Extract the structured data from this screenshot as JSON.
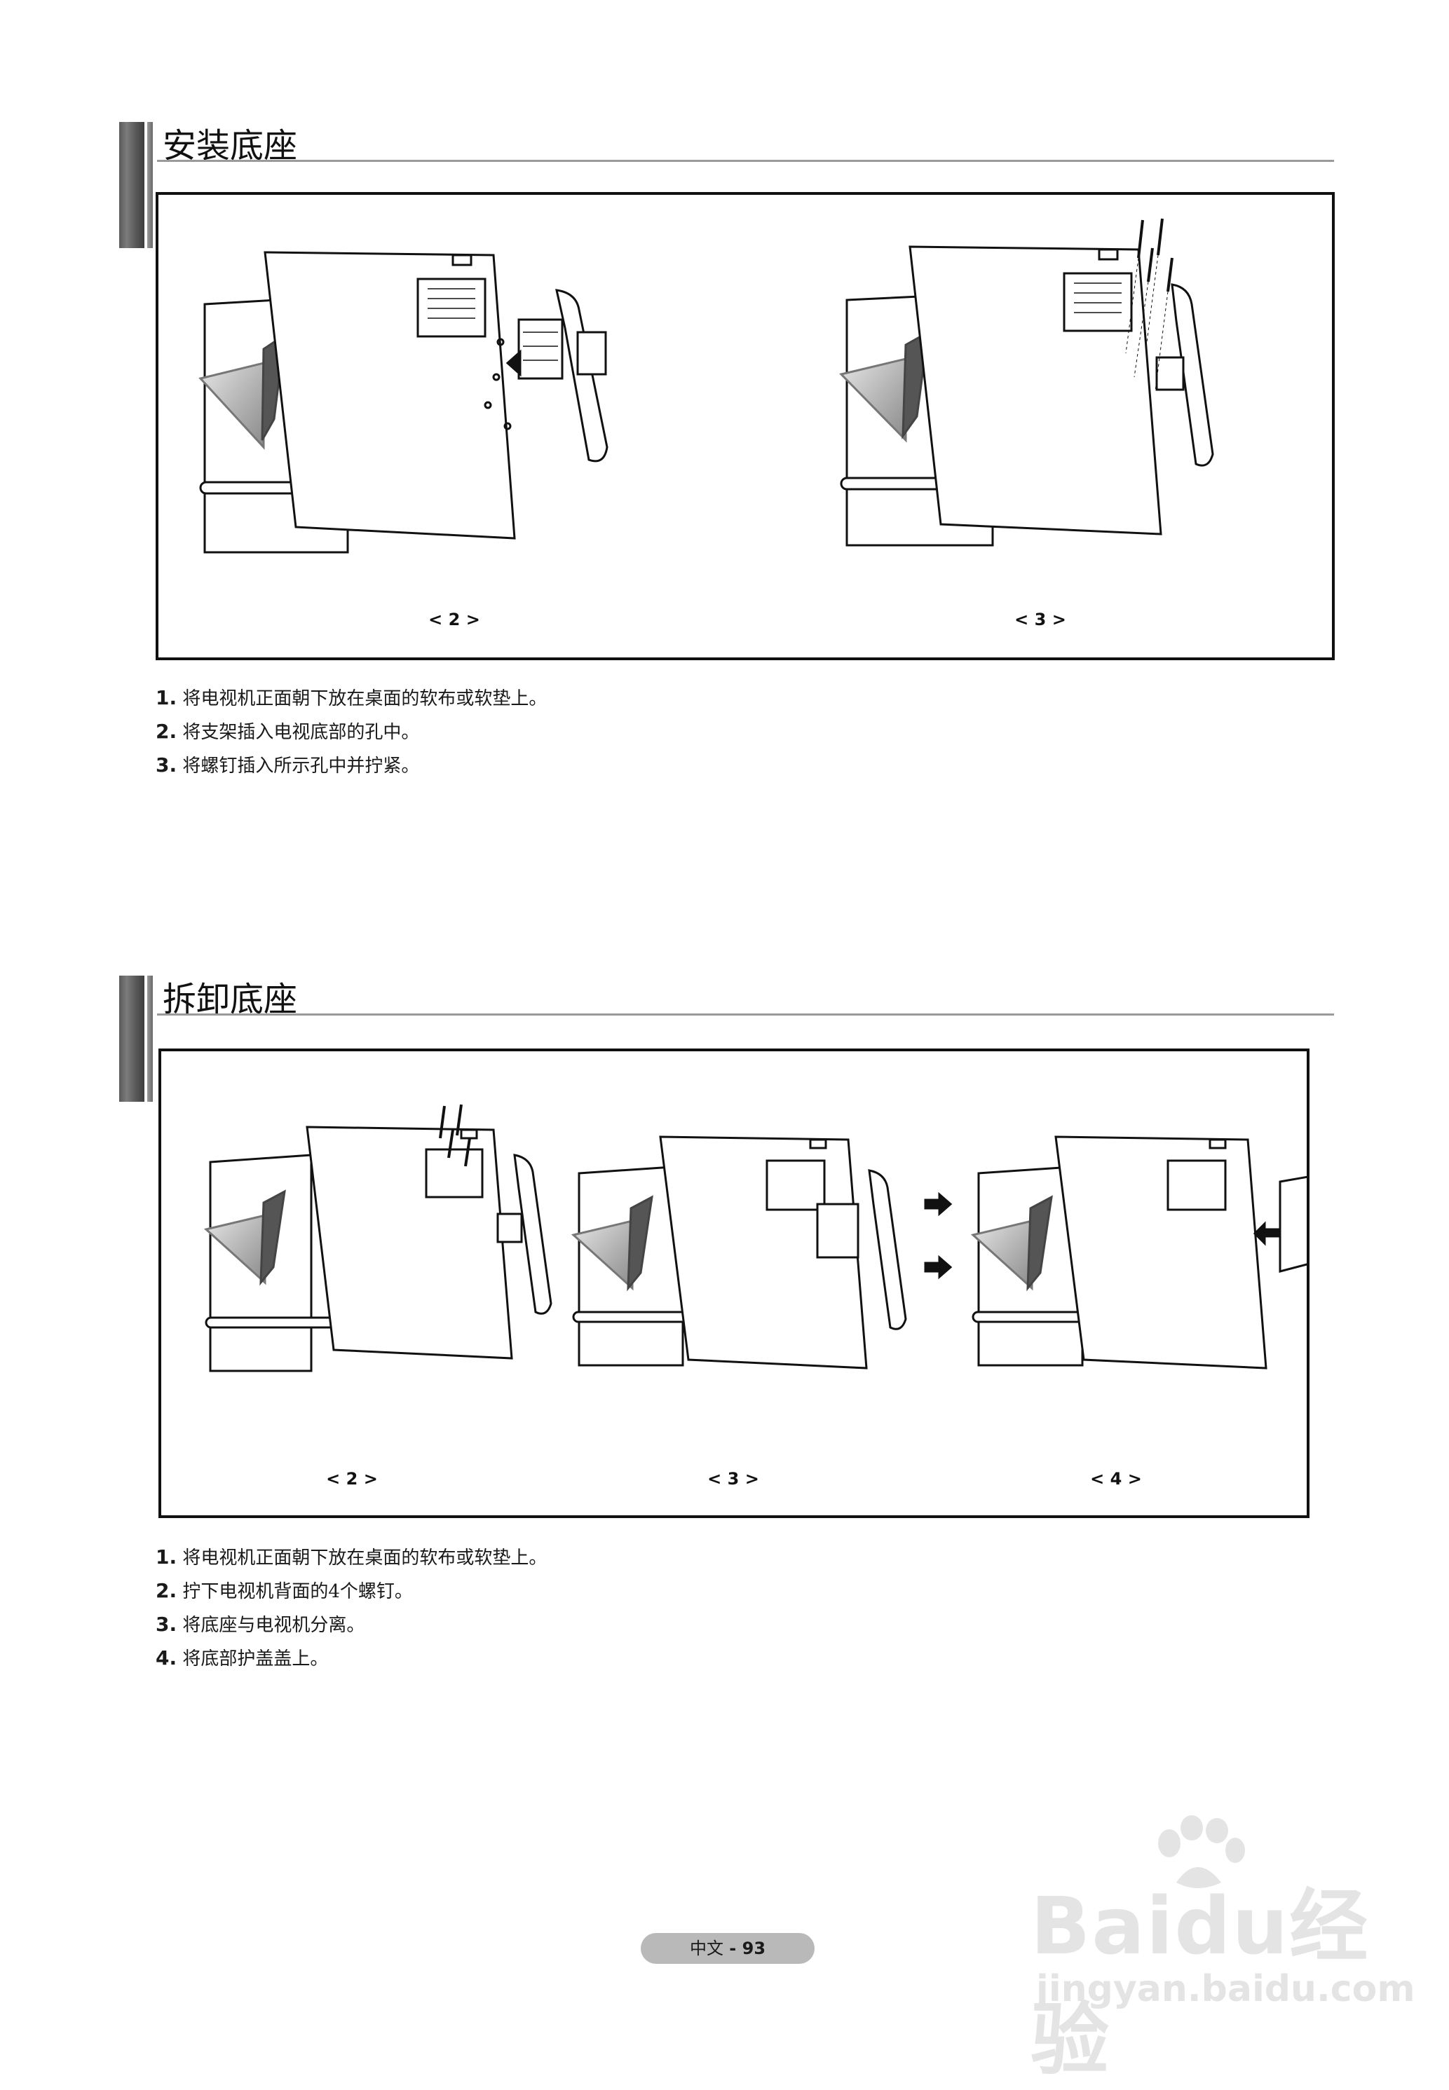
{
  "install": {
    "title": "安装底座",
    "captions": [
      "< 2 >",
      "< 3 >"
    ],
    "steps": [
      {
        "num": "1.",
        "text": " 将电视机正面朝下放在桌面的软布或软垫上。"
      },
      {
        "num": "2.",
        "text": " 将支架插入电视底部的孔中。"
      },
      {
        "num": "3.",
        "text": " 将螺钉插入所示孔中并拧紧。"
      }
    ]
  },
  "remove": {
    "title": "拆卸底座",
    "captions": [
      "< 2 >",
      "< 3 >",
      "< 4 >"
    ],
    "steps": [
      {
        "num": "1.",
        "text": " 将电视机正面朝下放在桌面的软布或软垫上。"
      },
      {
        "num": "2.",
        "text": " 拧下电视机背面的4个螺钉。"
      },
      {
        "num": "3.",
        "text": " 将底座与电视机分离。"
      },
      {
        "num": "4.",
        "text": " 将底部护盖盖上。"
      }
    ]
  },
  "footer": {
    "language": "中文",
    "separator": " - ",
    "page_number": "93"
  },
  "watermark": {
    "logo_text": "Baidu经验",
    "url": "jingyan.baidu.com"
  }
}
